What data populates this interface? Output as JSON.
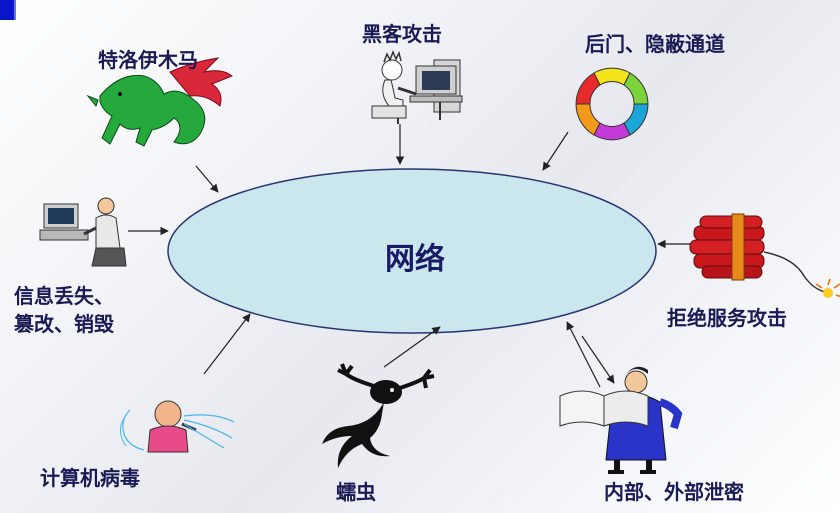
{
  "center": "网络",
  "threats": {
    "hacker": "黑客攻击",
    "trojan": "特洛伊木马",
    "backdoor": "后门、隐蔽通道",
    "info_loss_line1": "信息丢失、",
    "info_loss_line2": "篡改、销毁",
    "dos": "拒绝服务攻击",
    "virus": "计算机病毒",
    "worm": "蠕虫",
    "leak": "内部、外部泄密"
  },
  "colors": {
    "ellipse_fill": "#c9e7ec",
    "text": "#1a1a55",
    "accent": "#0a14c8"
  }
}
